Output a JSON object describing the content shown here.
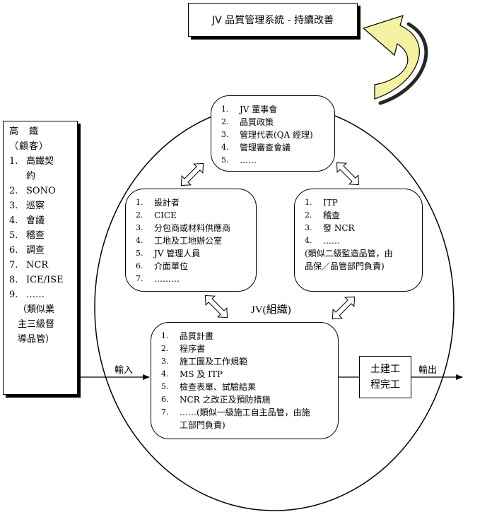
{
  "title": "JV 品質管理系統 - 持續改善",
  "client": {
    "heading": [
      "高　鐵",
      "（顧客）"
    ],
    "items": [
      {
        "num": "1.",
        "text": "高鐵契"
      },
      {
        "num": "",
        "text": "約"
      },
      {
        "num": "2.",
        "text": "SONO"
      },
      {
        "num": "3.",
        "text": "巡察"
      },
      {
        "num": "4.",
        "text": "會議"
      },
      {
        "num": "5.",
        "text": "稽查"
      },
      {
        "num": "6.",
        "text": "調查"
      },
      {
        "num": "7.",
        "text": "NCR"
      },
      {
        "num": "8.",
        "text": "ICE/ISE"
      },
      {
        "num": "9.",
        "text": "……"
      }
    ],
    "note": [
      "（類似業",
      "主三級督",
      "導品管）"
    ]
  },
  "top_box": {
    "items": [
      {
        "num": "1.",
        "text": "JV 董事會"
      },
      {
        "num": "2.",
        "text": "品質政策"
      },
      {
        "num": "3.",
        "text": "管理代表(QA 經理)"
      },
      {
        "num": "4.",
        "text": "管理審查會議"
      },
      {
        "num": "5.",
        "text": "……"
      }
    ]
  },
  "left_box": {
    "items": [
      {
        "num": "1.",
        "text": "設計者"
      },
      {
        "num": "2.",
        "text": "CICE"
      },
      {
        "num": "3.",
        "text": "分包商或材料供應商"
      },
      {
        "num": "4.",
        "text": "工地及工地辦公室"
      },
      {
        "num": "5.",
        "text": "JV 管理人員"
      },
      {
        "num": "6.",
        "text": "介面單位"
      },
      {
        "num": "7.",
        "text": "………"
      }
    ]
  },
  "right_box": {
    "items": [
      {
        "num": "1.",
        "text": "ITP"
      },
      {
        "num": "2.",
        "text": "稽查"
      },
      {
        "num": "3.",
        "text": "發 NCR"
      },
      {
        "num": "4.",
        "text": "……"
      }
    ],
    "note": [
      "(類似二級監造品管，由",
      "品保／品管部門負責)"
    ]
  },
  "bottom_box": {
    "items": [
      {
        "num": "1.",
        "text": "品質計畫"
      },
      {
        "num": "2.",
        "text": "程序書"
      },
      {
        "num": "3.",
        "text": "施工圖及工作規範"
      },
      {
        "num": "4.",
        "text": "MS 及 ITP"
      },
      {
        "num": "5.",
        "text": "檢查表單、試驗結果"
      },
      {
        "num": "6.",
        "text": "NCR 之改正及預防措施"
      },
      {
        "num": "7.",
        "text": "……(類似一級施工自主品管，由施"
      }
    ],
    "note": [
      "工部門負責)"
    ]
  },
  "org_label": "JV(組織)",
  "civil_box": [
    "土建工",
    "程完工"
  ],
  "input_label": "輸入",
  "output_label": "輸出",
  "colors": {
    "arrow_fill": "#f4f2a0",
    "arrow_stroke": "#000000",
    "line": "#000000"
  }
}
